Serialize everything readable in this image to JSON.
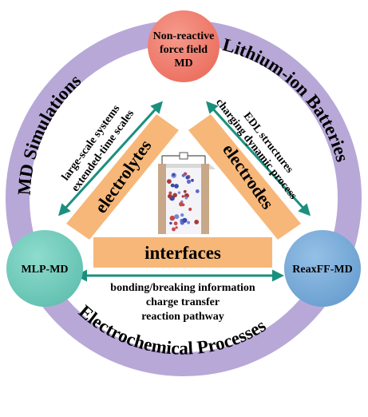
{
  "ring": {
    "top_left": "MD  Simulations",
    "top_right": "Lithium-ion  Batteries",
    "bottom": "Electrochemical Processes",
    "color": "#b8a8d8"
  },
  "nodes": {
    "top": {
      "line1": "Non-reactive",
      "line2": "force field",
      "line3": "MD",
      "color": "#f08070"
    },
    "left": {
      "label": "MLP-MD",
      "color": "#78cfc0"
    },
    "right": {
      "label": "ReaxFF-MD",
      "color": "#7aaed8"
    }
  },
  "bars": {
    "left": "electrolytes",
    "right": "electrodes",
    "bottom": "interfaces",
    "color": "#f7b779"
  },
  "arrows": {
    "left": {
      "line1": "large-scale systems",
      "line2": "extended-time scales"
    },
    "right": {
      "line1": "EDL structures",
      "line2": "charging dynamic process"
    },
    "bottom": {
      "line1": "bonding/breaking information",
      "line2": "charge transfer",
      "line3": "reaction pathway"
    },
    "color": "#1b8f7e"
  }
}
